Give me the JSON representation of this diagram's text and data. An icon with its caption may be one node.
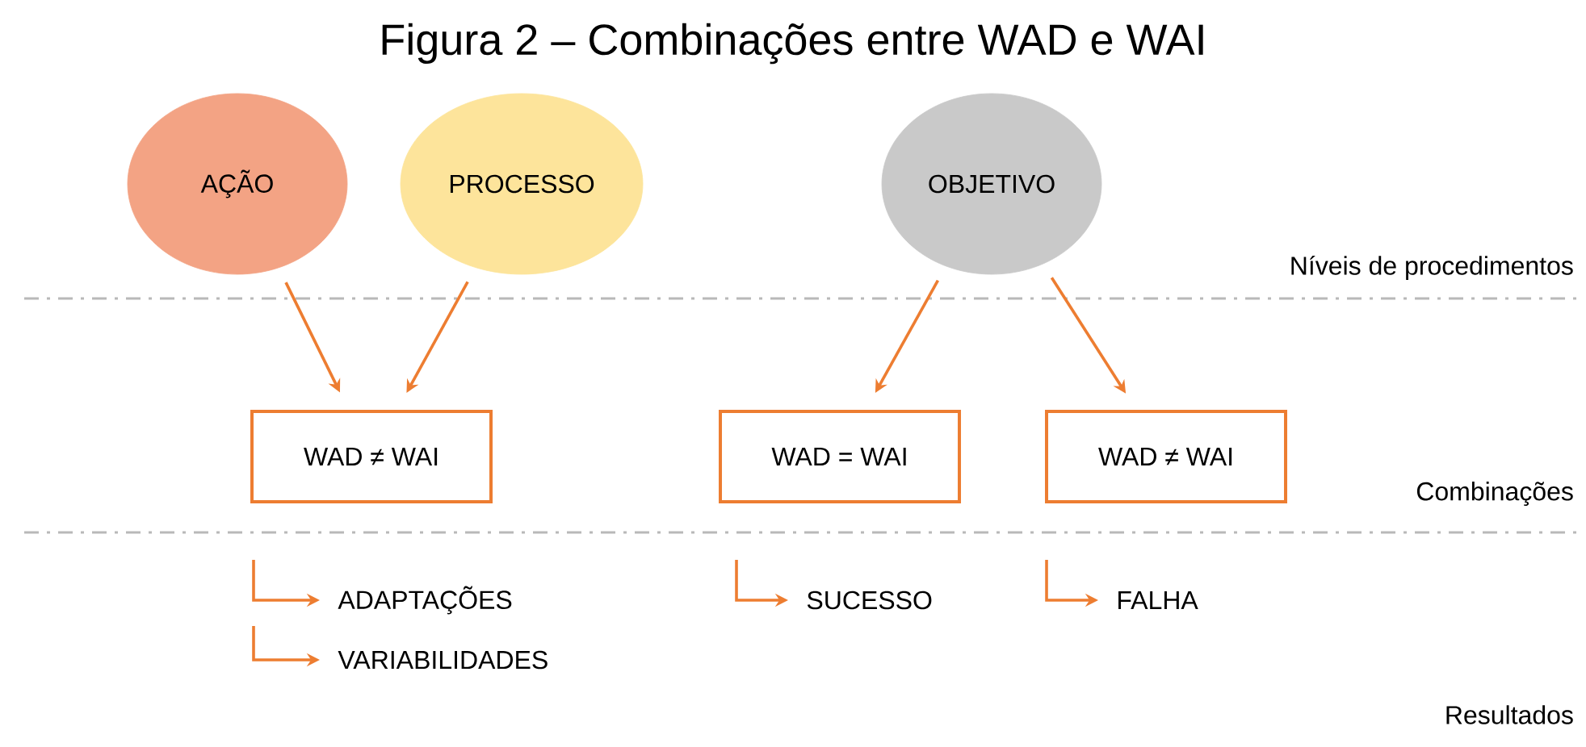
{
  "diagram": {
    "title": "Figura 2 – Combinações entre WAD e WAI",
    "nodes": [
      {
        "text": [
          "AÇÃO"
        ]
      },
      {
        "text": [
          "PROCESSO"
        ]
      },
      {
        "text": [
          "OBJETIVO"
        ]
      },
      {
        "text": [
          "WAD ≠ WAI"
        ]
      },
      {
        "text": [
          "WAD = WAI"
        ]
      },
      {
        "text": [
          "WAD ≠ WAI"
        ]
      },
      {
        "text": [
          "ADAPTAÇÕES"
        ]
      },
      {
        "text": [
          "VARIABILIDADES"
        ]
      },
      {
        "text": [
          "SUCESSO"
        ]
      },
      {
        "text": [
          "FALHA"
        ]
      }
    ],
    "edges": [
      {
        "from": 0,
        "to": 3,
        "arrow": "to"
      },
      {
        "from": 1,
        "to": 3,
        "arrow": "to"
      },
      {
        "from": 2,
        "to": 4,
        "arrow": "to"
      },
      {
        "from": 2,
        "to": 5,
        "arrow": "to"
      },
      {
        "from": null,
        "to": 6,
        "arrow": "to"
      },
      {
        "from": null,
        "to": 7,
        "arrow": "to"
      },
      {
        "from": null,
        "to": 8,
        "arrow": "to"
      },
      {
        "from": null,
        "to": 9,
        "arrow": "to"
      }
    ],
    "labels": [
      "Níveis de procedimentos",
      "Combinações",
      "Resultados"
    ]
  }
}
